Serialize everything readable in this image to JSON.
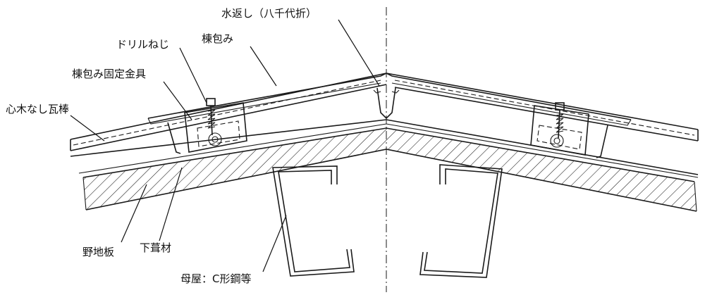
{
  "diagram": {
    "labels": {
      "water_return": "水返し（八千代折）",
      "ridge_cover": "棟包み",
      "drill_screw": "ドリルねじ",
      "ridge_bracket": "棟包み固定金具",
      "batten": "心木なし瓦棒",
      "sheathing": "野地板",
      "underlayment": "下葺材",
      "purlin": "母屋：C形鋼等"
    }
  }
}
